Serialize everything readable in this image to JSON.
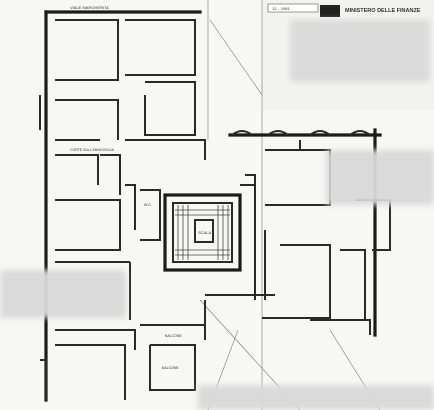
{
  "header": {
    "stamp_text": "MINISTERO DELLE FINANZE",
    "stamp_date": "12 ...1981"
  },
  "plan": {
    "street_label": "VIALE MARGHERITA",
    "side_label": "CORTE SULL'ANNOVIGLIA",
    "balcony_label_1": "BALCONE",
    "balcony_label_2": "BALCONE",
    "stair_label": "SCALA",
    "wc_label": "W.C."
  }
}
